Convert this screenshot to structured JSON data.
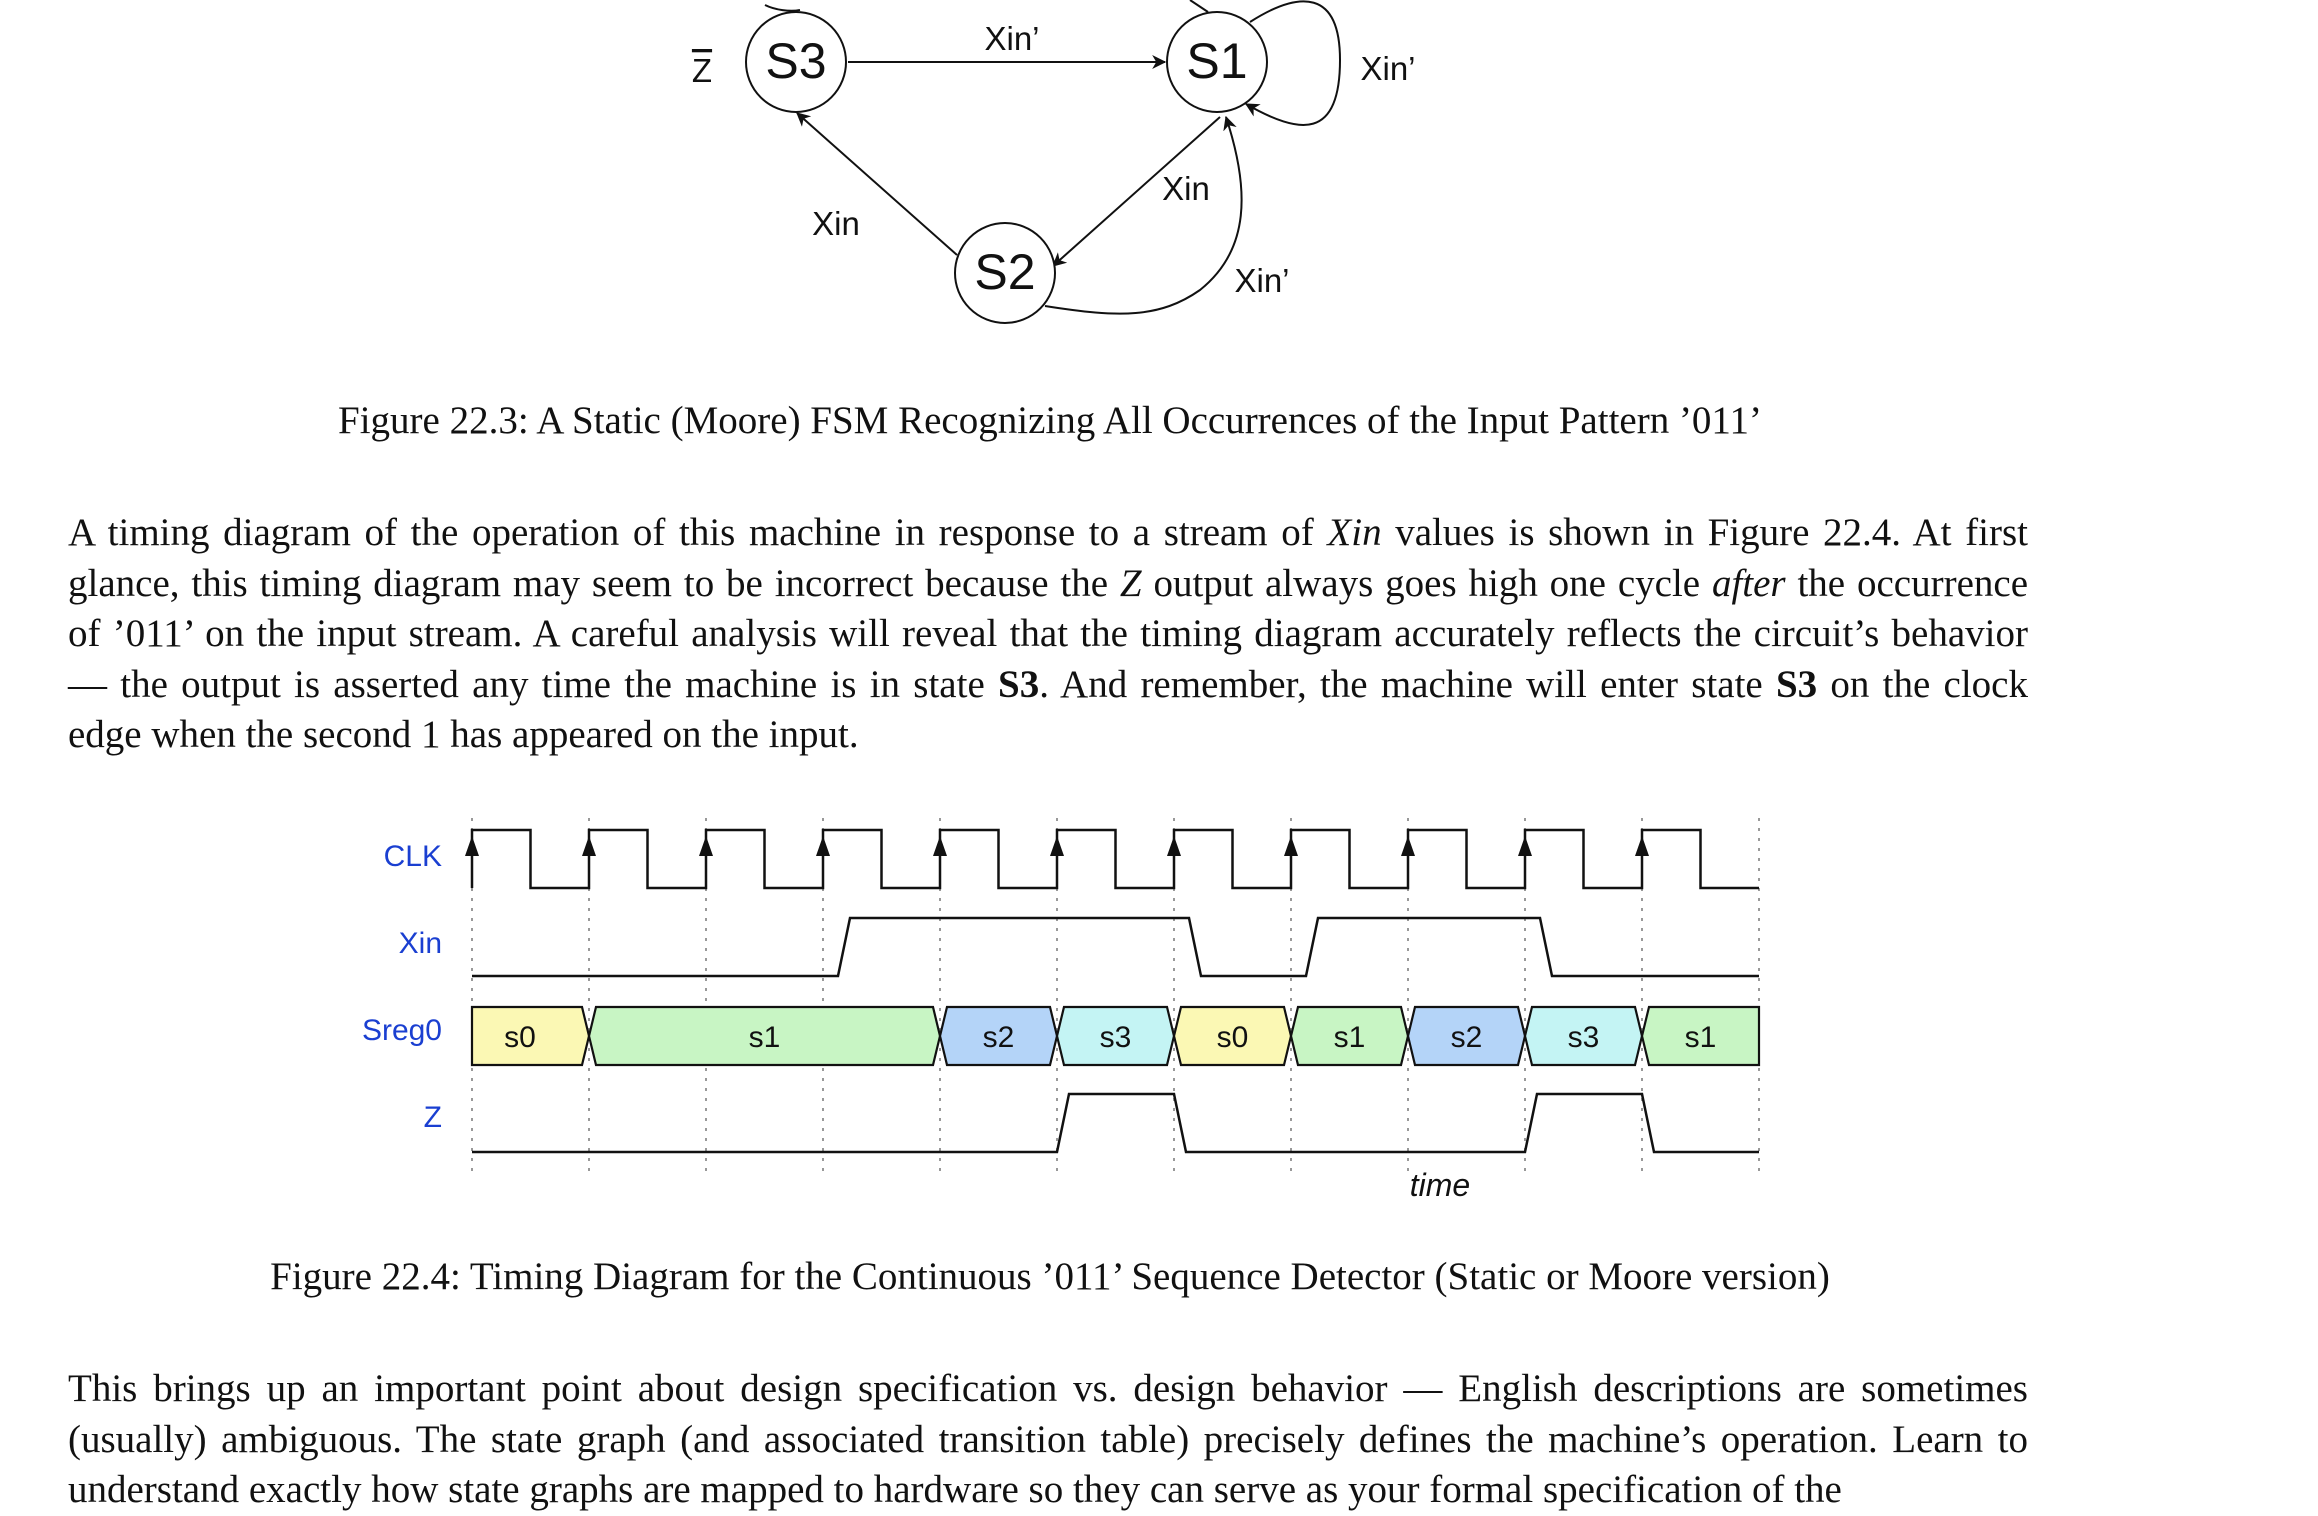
{
  "fsm": {
    "states": [
      "S3",
      "S1",
      "S2"
    ],
    "output_label": "Z",
    "edge_labels": {
      "s3_to_s1": "Xin’",
      "s1_self": "Xin’",
      "s1_to_s2": "Xin",
      "s2_to_s3": "Xin",
      "s2_to_s1": "Xin’"
    }
  },
  "captions": {
    "fig_22_3": "Figure 22.3: A Static (Moore) FSM Recognizing All Occurrences of the Input Pattern ’011’",
    "fig_22_4": "Figure 22.4: Timing Diagram for the Continuous ’011’ Sequence Detector (Static or Moore version)"
  },
  "paragraph1": {
    "s1": "A timing diagram of the operation of this machine in response to a stream of ",
    "s1_em": "Xin",
    "s2": " values is shown in Figure 22.4. At first glance, this timing diagram may seem to be incorrect because the ",
    "s2_em": "Z",
    "s3": " output always goes high one cycle ",
    "s3_em": "after",
    "s4": " the occurrence of ’011’ on the input stream. A careful analysis will reveal that the timing diagram accurately reflects the circuit’s behavior — the output is asserted any time the machine is in state ",
    "s4_b": "S3",
    "s5": ". And remember, the machine will enter state ",
    "s5_b": "S3",
    "s6": " on the clock edge when the second 1 has appeared on the input."
  },
  "paragraph2": {
    "text": "This brings up an important point about design specification vs. design behavior — English descriptions are sometimes (usually) ambiguous. The state graph (and associated transition table) precisely defines the machine’s operation. Learn to understand exactly how state graphs are mapped to hardware so they can serve as your formal specification of the"
  },
  "timing": {
    "signal_labels": [
      "CLK",
      "Xin",
      "Sreg0",
      "Z"
    ],
    "time_label": "time",
    "label_color": "#1a3fd1",
    "cycles": 11,
    "xin": [
      0,
      0,
      0,
      1,
      1,
      1,
      0,
      1,
      1,
      0,
      0
    ],
    "z": [
      0,
      0,
      0,
      0,
      0,
      1,
      0,
      0,
      0,
      1,
      0
    ],
    "sreg_segments": [
      {
        "label": "s0",
        "start": 0,
        "end": 1,
        "color": "#fbf8b4"
      },
      {
        "label": "s1",
        "start": 1,
        "end": 4,
        "color": "#c8f5c4"
      },
      {
        "label": "s2",
        "start": 4,
        "end": 5,
        "color": "#b4d4f8"
      },
      {
        "label": "s3",
        "start": 5,
        "end": 6,
        "color": "#c4f4f4"
      },
      {
        "label": "s0",
        "start": 6,
        "end": 7,
        "color": "#fbf8b4"
      },
      {
        "label": "s1",
        "start": 7,
        "end": 8,
        "color": "#c8f5c4"
      },
      {
        "label": "s2",
        "start": 8,
        "end": 9,
        "color": "#b4d4f8"
      },
      {
        "label": "s3",
        "start": 9,
        "end": 10,
        "color": "#c4f4f4"
      },
      {
        "label": "s1",
        "start": 10,
        "end": 11,
        "color": "#c8f5c4"
      }
    ]
  }
}
